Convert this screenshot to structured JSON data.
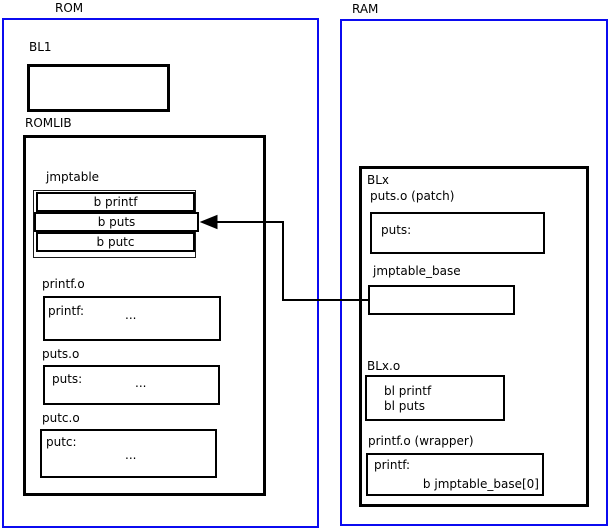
{
  "colors": {
    "frame_blue": "#0b0bf0",
    "box_border": "#000000",
    "background": "#ffffff",
    "text": "#000000"
  },
  "rom": {
    "label": "ROM",
    "bl1": {
      "label": "BL1"
    },
    "romlib": {
      "label": "ROMLIB",
      "jmptable": {
        "label": "jmptable",
        "entries": [
          "b printf",
          "b puts",
          "b putc"
        ]
      },
      "objects": [
        {
          "label": "printf.o",
          "symbol": "printf:",
          "body": "..."
        },
        {
          "label": "puts.o",
          "symbol": "puts:",
          "body": "..."
        },
        {
          "label": "putc.o",
          "symbol": "putc:",
          "body": "..."
        }
      ]
    }
  },
  "ram": {
    "label": "RAM",
    "blx": {
      "label": "BLx",
      "puts_patch": {
        "label": "puts.o (patch)",
        "symbol": "puts:"
      },
      "jmptable_base": {
        "label": "jmptable_base"
      },
      "blx_o": {
        "label": "BLx.o",
        "lines": [
          "bl printf",
          "bl puts"
        ]
      },
      "printf_wrapper": {
        "label": "printf.o (wrapper)",
        "symbol": "printf:",
        "body": "b jmptable_base[0]"
      }
    }
  },
  "arrow": {
    "from": "jmptable_base (RAM)",
    "to": "jmptable entry: b puts (ROM)"
  }
}
